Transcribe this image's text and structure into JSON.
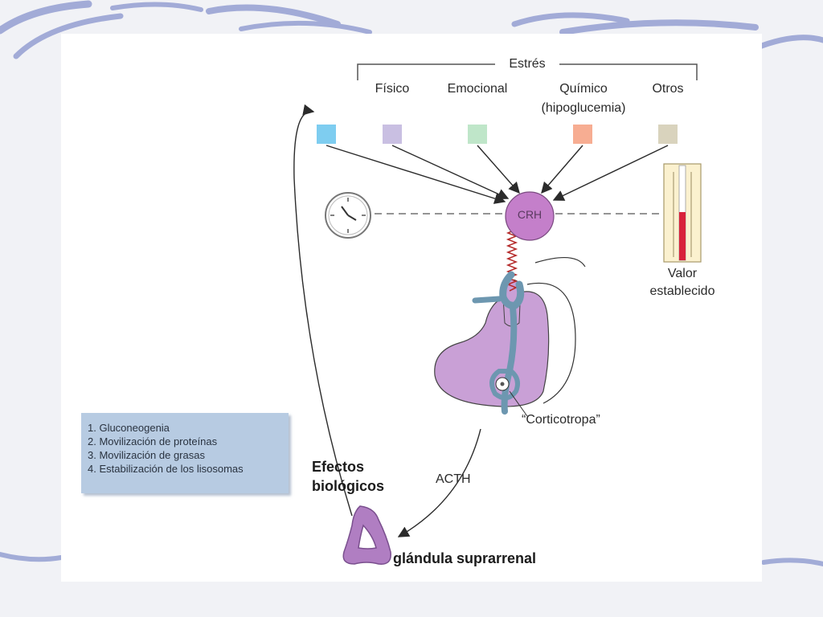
{
  "stress": {
    "title": "Estrés",
    "items": [
      {
        "label": "Físico",
        "color": "#c9bfe2"
      },
      {
        "label": "Emocional",
        "color": "#bfe6c9"
      },
      {
        "label": "Químico",
        "label2": "(hipoglucemia)",
        "color": "#f7ad92"
      },
      {
        "label": "Otros",
        "color": "#d9d3bd"
      }
    ],
    "feedback_color": "#7ecdf0"
  },
  "crh": {
    "label": "CRH",
    "color": "#c47fca"
  },
  "thermometer": {
    "label1": "Valor",
    "label2": "establecido",
    "fill_color": "#d8213a"
  },
  "corticotropa_label": "“Corticotropa”",
  "acth_label": "ACTH",
  "effects_label": {
    "line1": "Efectos",
    "line2": "biológicos"
  },
  "adrenal_label": "glándula suprarrenal",
  "effects_list": [
    "1. Gluconeogenia",
    "2. Movilización de proteínas",
    "3. Movilización de grasas",
    "4. Estabilización de los lisosomas"
  ],
  "colors": {
    "pituitary": "#c9a0d6",
    "vessel": "#6d97b0",
    "slide_swirl": "#8f9ad0"
  }
}
